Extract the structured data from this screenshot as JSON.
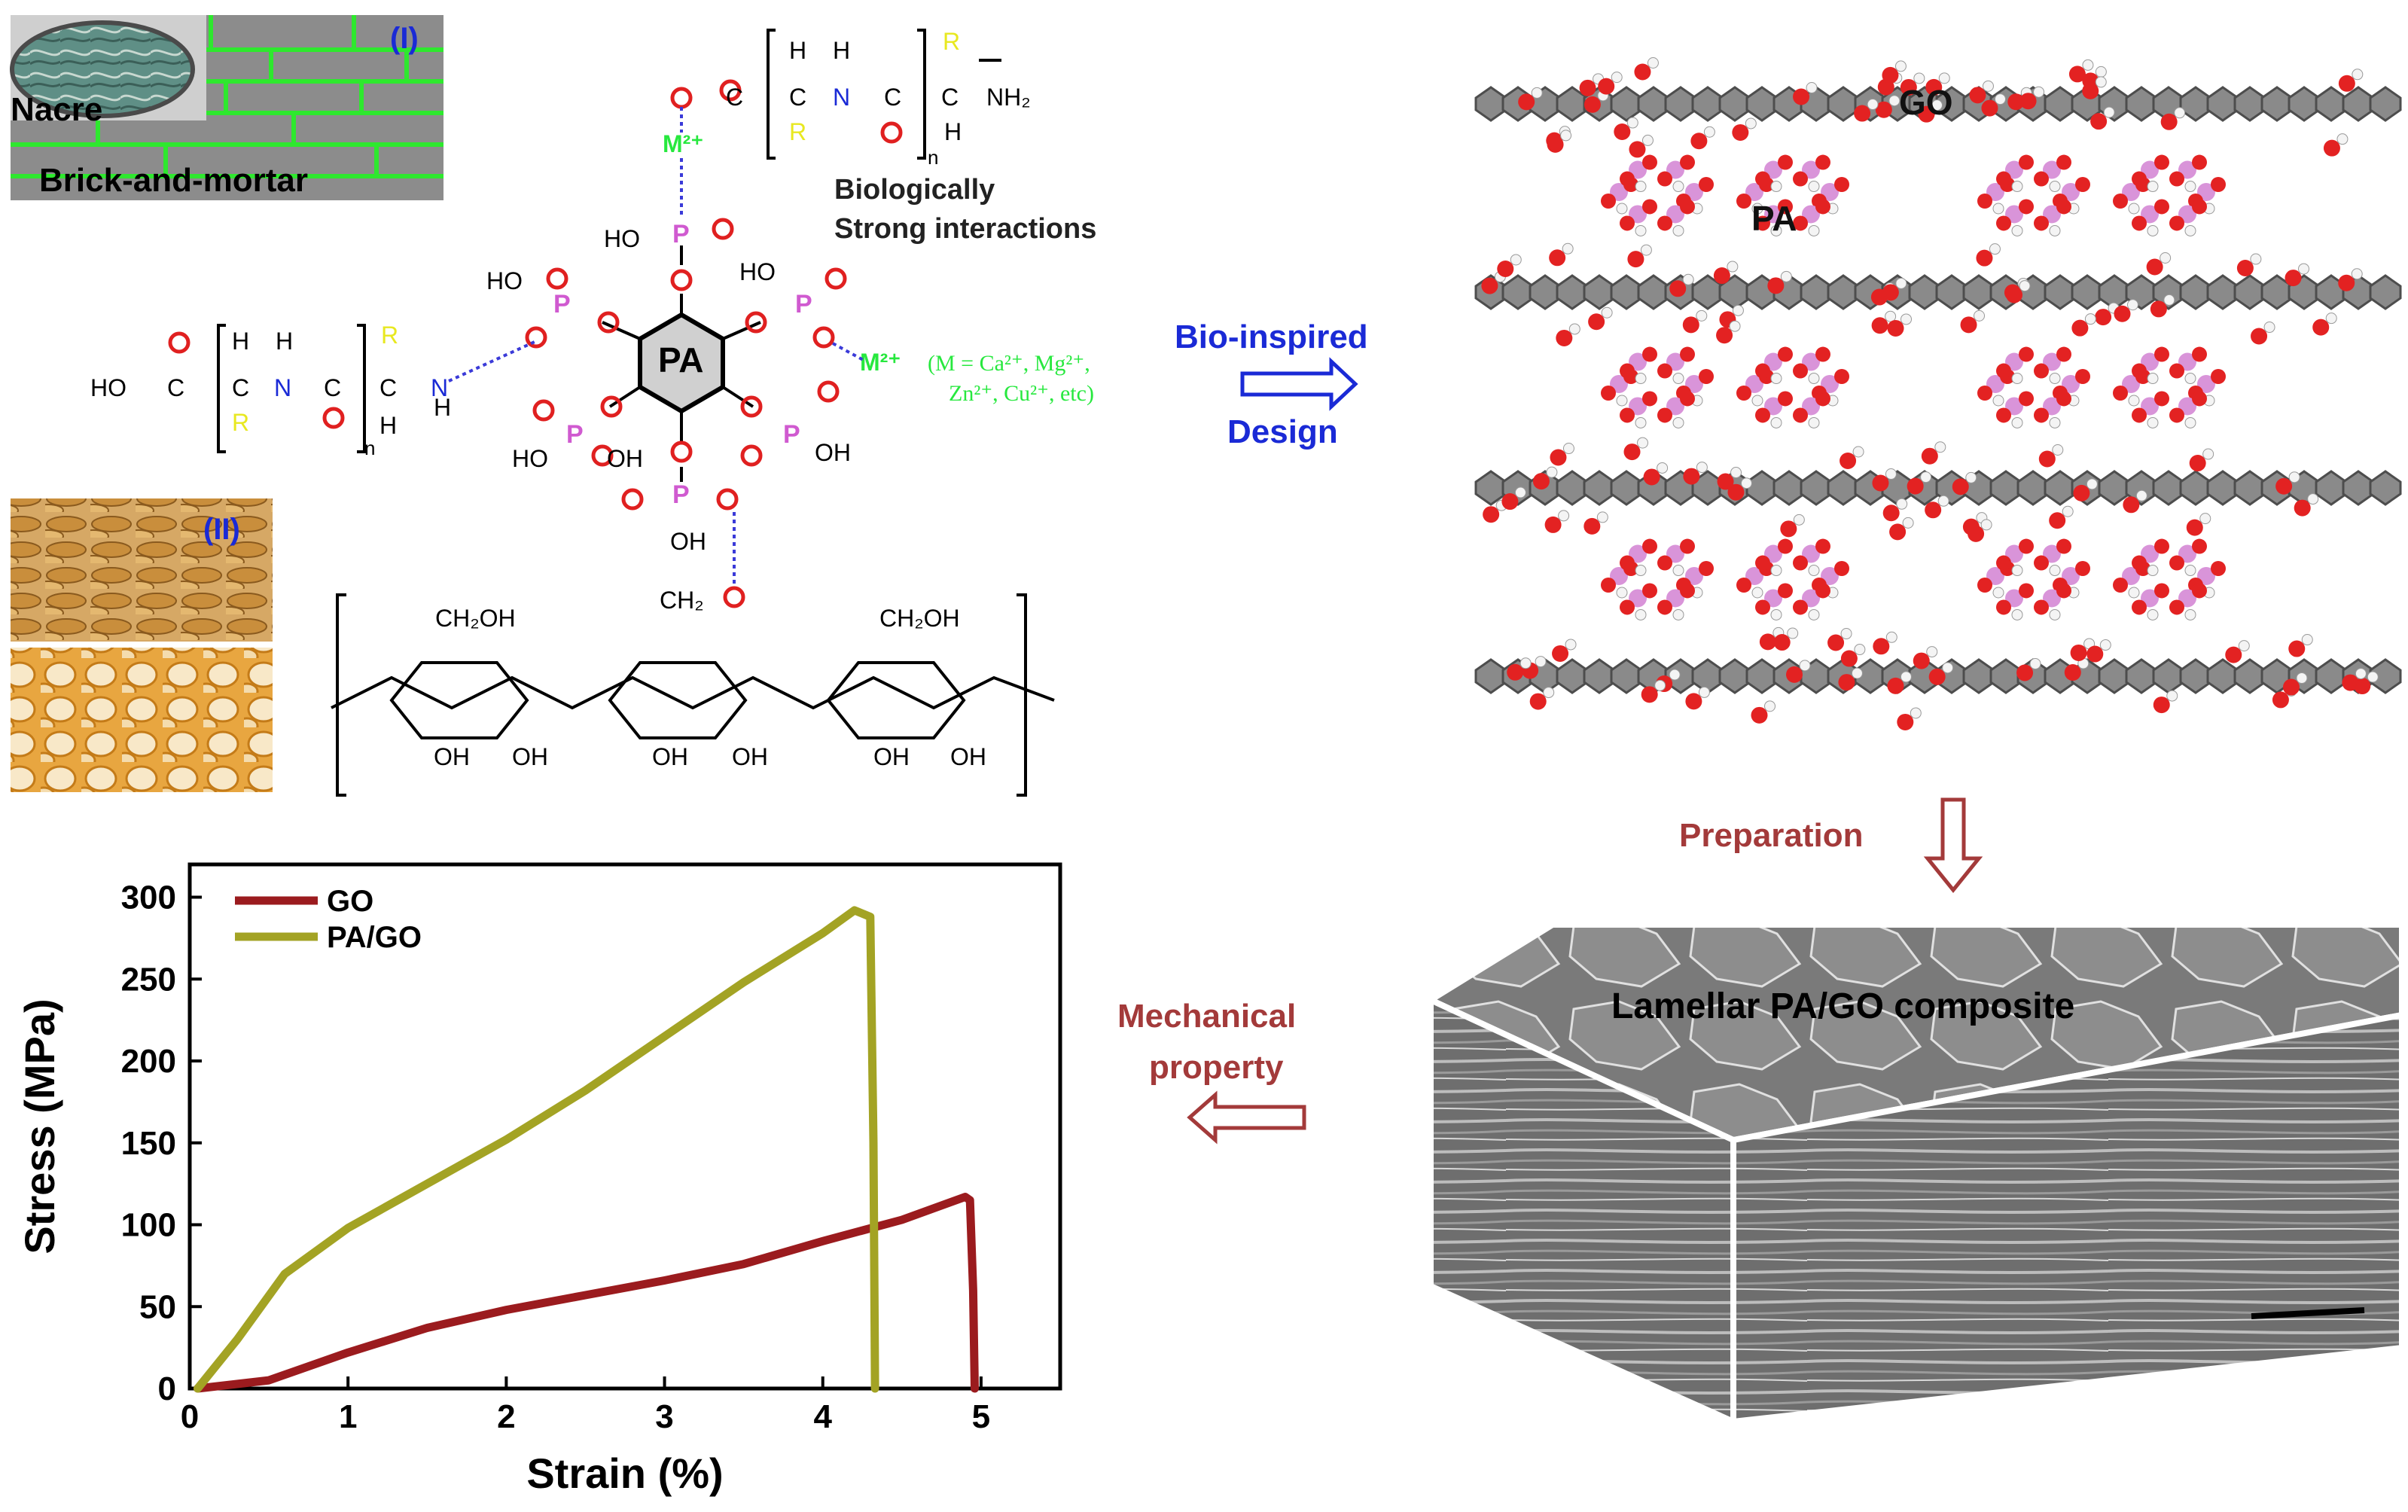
{
  "panel_i": {
    "label": "(I)",
    "nacre": "Nacre",
    "brick": "Brick-and-mortar"
  },
  "panel_ii": {
    "label": "(II)"
  },
  "chem": {
    "pa": "PA",
    "m2plus": "M²⁺",
    "note_line1": "Biologically",
    "note_line2": "Strong interactions",
    "metals_line1": "(M = Ca²⁺, Mg²⁺,",
    "metals_line2": "Zn²⁺, Cu²⁺, etc)",
    "r": "R",
    "n": "n",
    "nh2": "NH₂",
    "ho": "HO",
    "oh": "OH",
    "ch2oh": "CH₂OH",
    "ch2": "CH₂",
    "h": "H",
    "o": "O",
    "p": "P",
    "c": "C",
    "nitrogen": "N"
  },
  "arrows": {
    "bio_inspired": "Bio-inspired",
    "design": "Design",
    "preparation": "Preparation",
    "mechanical": "Mechanical",
    "property": "property"
  },
  "molecular_model": {
    "go_label": "GO",
    "pa_label": "PA"
  },
  "composite": {
    "label": "Lamellar PA/GO composite"
  },
  "colors": {
    "go_curve": "#9b1b1e",
    "pa_go_curve": "#a3a324",
    "blue_text": "#1a2ad6",
    "green_text": "#27e83e",
    "arrow_red": "#a33a3a",
    "phosphorus": "#d05ad0",
    "oxygen_red": "#e02020"
  },
  "chart_data": {
    "type": "line",
    "title": "",
    "xlabel": "Strain (%)",
    "ylabel": "Stress (MPa)",
    "xlim": [
      0,
      5.5
    ],
    "ylim": [
      0,
      320
    ],
    "xticks": [
      "0",
      "1",
      "2",
      "3",
      "4",
      "5"
    ],
    "yticks": [
      "0",
      "50",
      "100",
      "150",
      "200",
      "250",
      "300"
    ],
    "legend_position": "top-left",
    "series": [
      {
        "name": "GO",
        "color": "#9b1b1e",
        "points": [
          [
            0.05,
            0
          ],
          [
            0.5,
            5
          ],
          [
            1.0,
            22
          ],
          [
            1.5,
            37
          ],
          [
            2.0,
            48
          ],
          [
            2.5,
            57
          ],
          [
            3.0,
            66
          ],
          [
            3.5,
            76
          ],
          [
            4.0,
            90
          ],
          [
            4.5,
            103
          ],
          [
            4.9,
            117
          ],
          [
            4.93,
            115
          ],
          [
            4.95,
            60
          ],
          [
            4.96,
            0
          ]
        ]
      },
      {
        "name": "PA/GO",
        "color": "#a3a324",
        "points": [
          [
            0.05,
            0
          ],
          [
            0.3,
            30
          ],
          [
            0.6,
            70
          ],
          [
            1.0,
            98
          ],
          [
            1.5,
            125
          ],
          [
            2.0,
            152
          ],
          [
            2.5,
            182
          ],
          [
            3.0,
            215
          ],
          [
            3.5,
            248
          ],
          [
            4.0,
            278
          ],
          [
            4.2,
            292
          ],
          [
            4.3,
            288
          ],
          [
            4.32,
            150
          ],
          [
            4.33,
            0
          ]
        ]
      }
    ]
  }
}
